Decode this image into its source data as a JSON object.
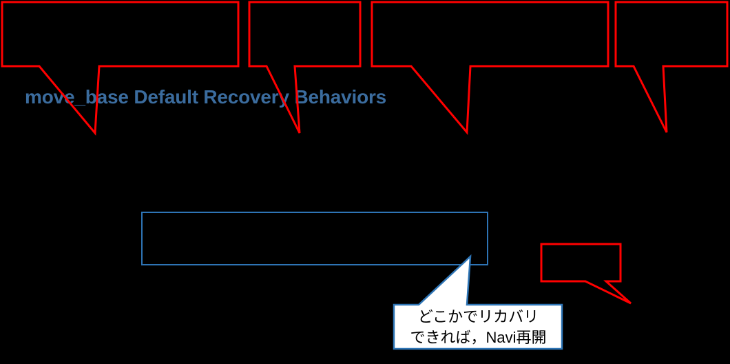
{
  "background_color": "#000000",
  "title": {
    "text": "move_base Default Recovery Behaviors",
    "color": "#3B6C9E"
  },
  "shapes": {
    "callout_border_color": "#FF0000",
    "box_border_color": "#2E74B5"
  },
  "speech_bubble": {
    "lines": [
      "どこかでリカバリ",
      "できれば，Navi再開"
    ],
    "border_color": "#2E75B6",
    "fill_color": "#FFFFFF",
    "text_color": "#000000"
  }
}
